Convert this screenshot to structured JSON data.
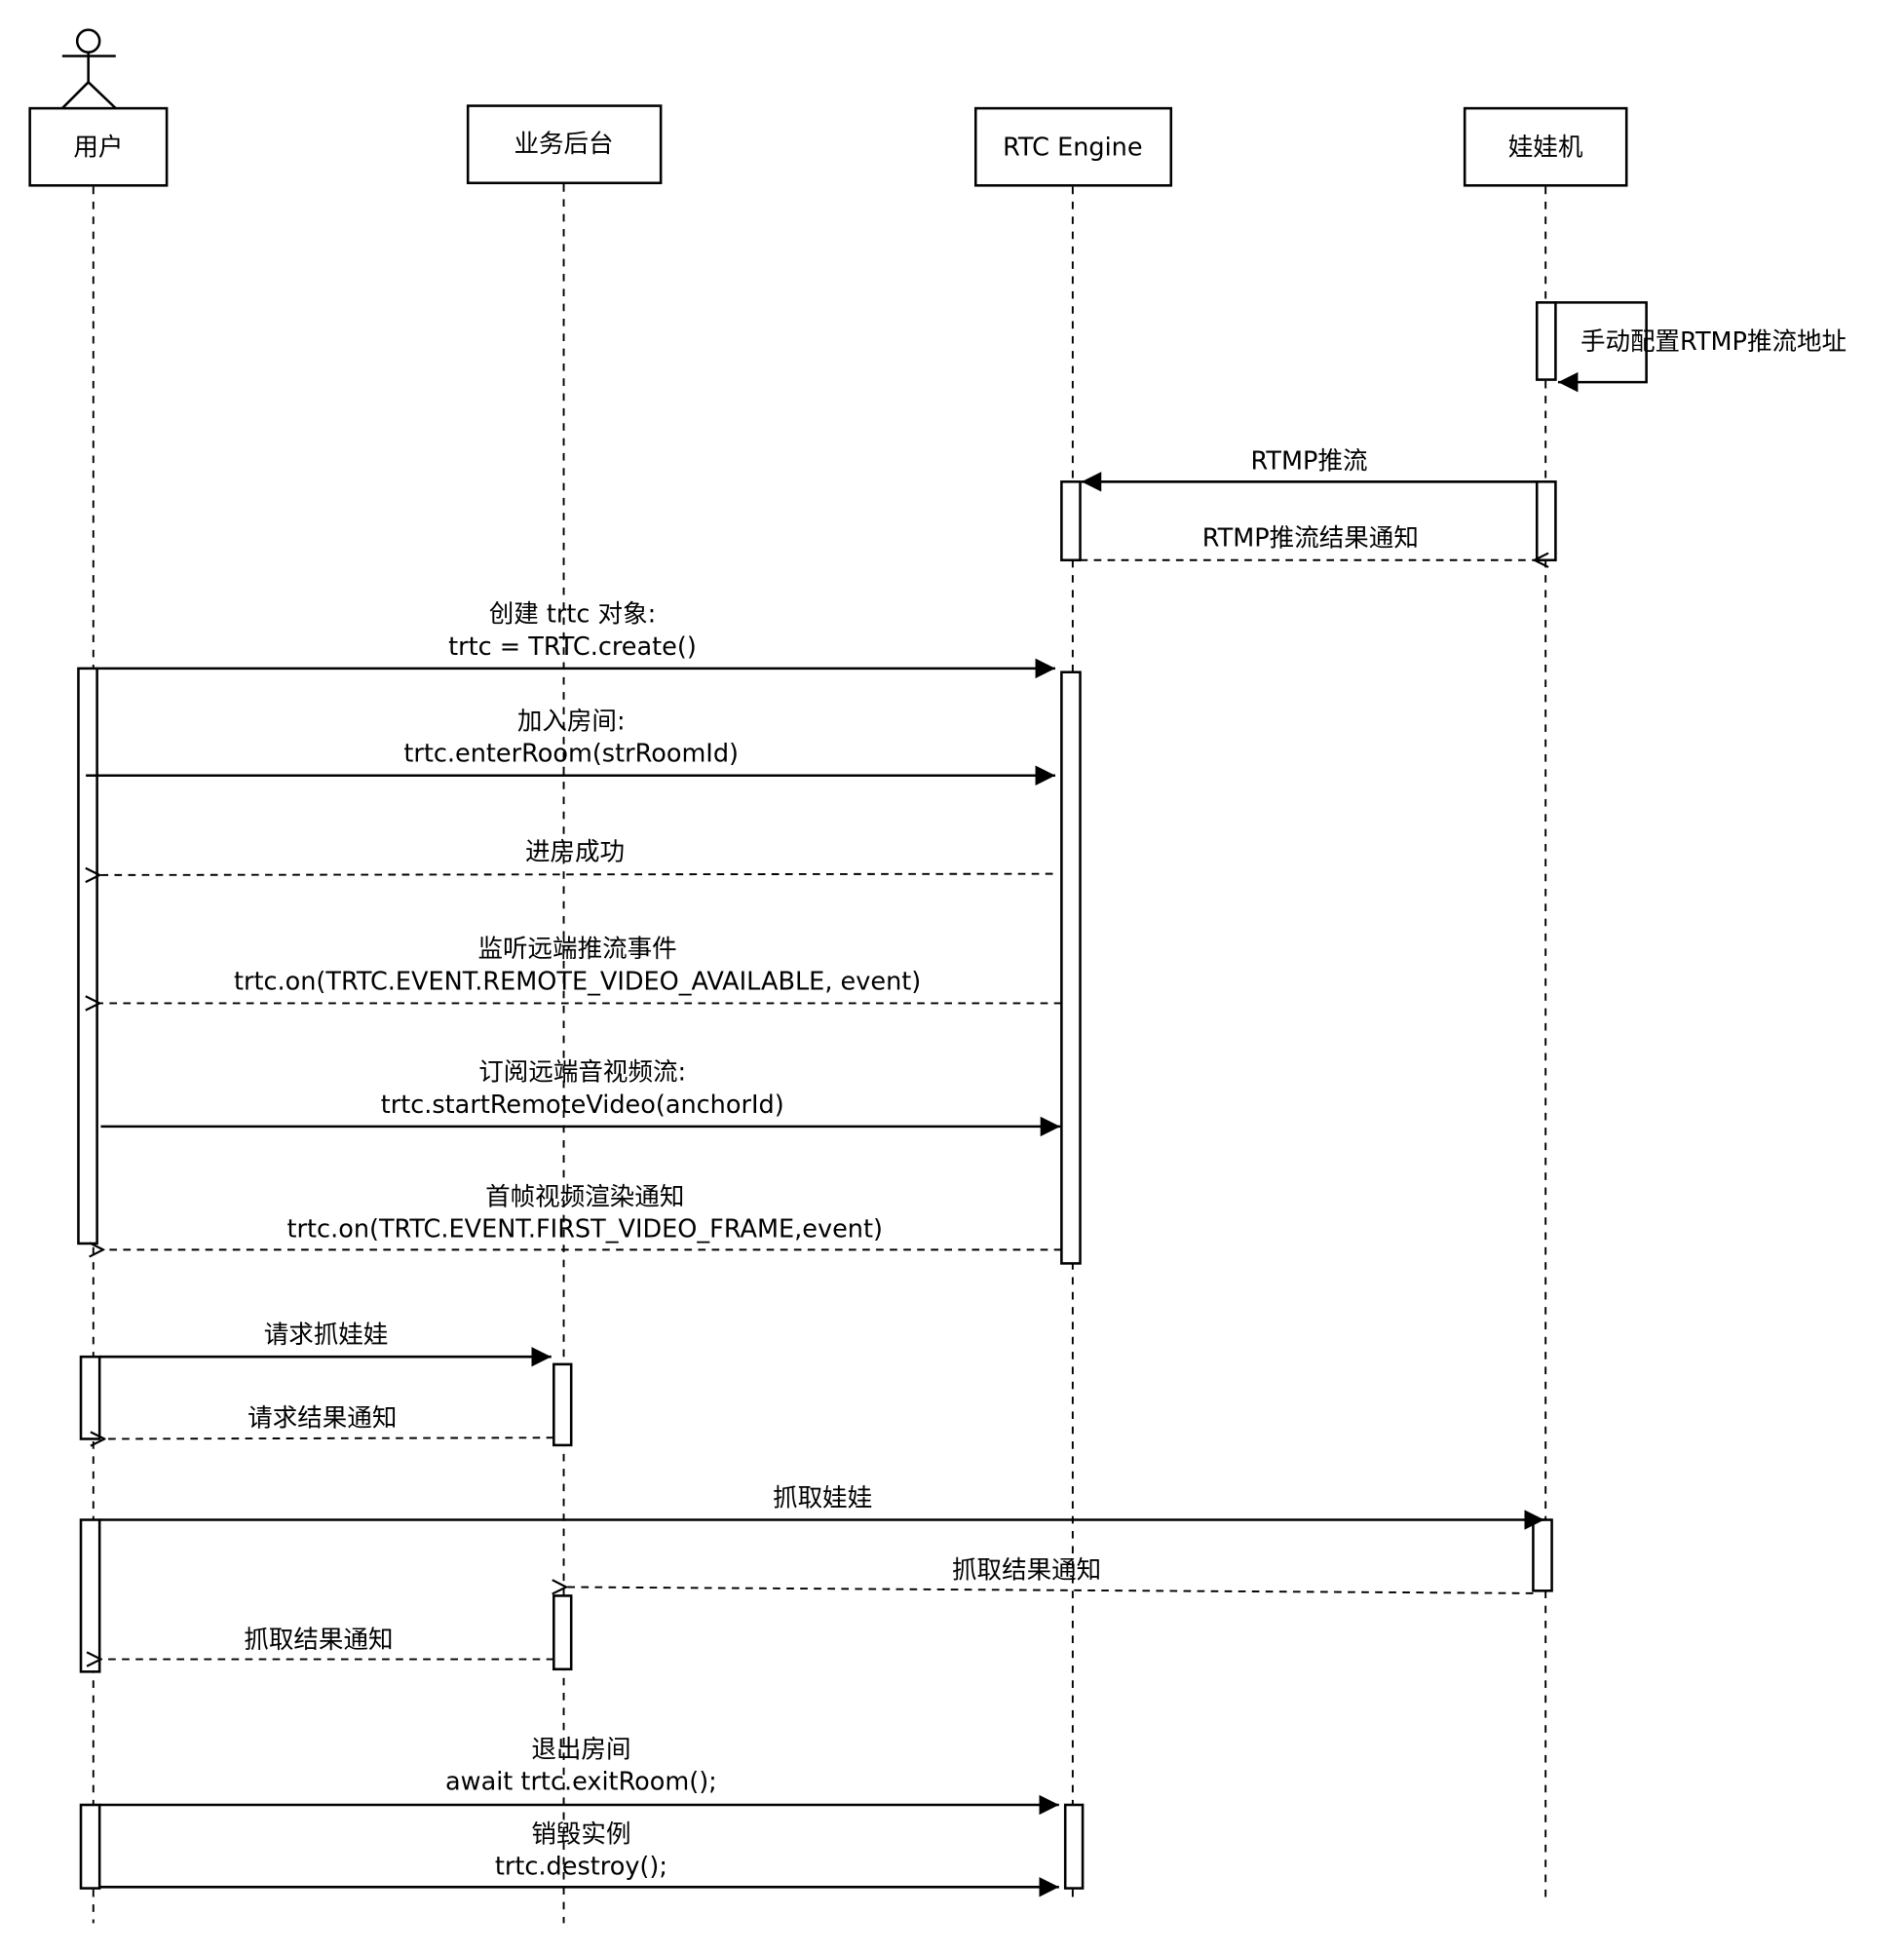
{
  "participants": [
    {
      "id": "user",
      "label": "用户",
      "actor": true
    },
    {
      "id": "backend",
      "label": "业务后台"
    },
    {
      "id": "rtc",
      "label": "RTC Engine"
    },
    {
      "id": "claw",
      "label": "娃娃机"
    }
  ],
  "messages": [
    {
      "from": "claw",
      "to": "claw",
      "type": "self",
      "lines": [
        "手动配置RTMP推流地址"
      ]
    },
    {
      "from": "claw",
      "to": "rtc",
      "type": "sync",
      "lines": [
        "RTMP推流"
      ]
    },
    {
      "from": "rtc",
      "to": "claw",
      "type": "return",
      "lines": [
        "RTMP推流结果通知"
      ]
    },
    {
      "from": "user",
      "to": "rtc",
      "type": "sync",
      "lines": [
        "创建 trtc 对象:",
        "trtc = TRTC.create()"
      ]
    },
    {
      "from": "user",
      "to": "rtc",
      "type": "sync",
      "lines": [
        "加入房间:",
        "trtc.enterRoom(strRoomId)"
      ]
    },
    {
      "from": "rtc",
      "to": "user",
      "type": "return",
      "lines": [
        "进房成功"
      ]
    },
    {
      "from": "rtc",
      "to": "user",
      "type": "return",
      "lines": [
        "监听远端推流事件",
        "trtc.on(TRTC.EVENT.REMOTE_VIDEO_AVAILABLE, event)"
      ]
    },
    {
      "from": "user",
      "to": "rtc",
      "type": "sync",
      "lines": [
        "订阅远端音视频流:",
        "trtc.startRemoteVideo(anchorId)"
      ]
    },
    {
      "from": "rtc",
      "to": "user",
      "type": "return",
      "lines": [
        "首帧视频渲染通知",
        "trtc.on(TRTC.EVENT.FIRST_VIDEO_FRAME,event)"
      ]
    },
    {
      "from": "user",
      "to": "backend",
      "type": "sync",
      "lines": [
        "请求抓娃娃"
      ]
    },
    {
      "from": "backend",
      "to": "user",
      "type": "return",
      "lines": [
        "请求结果通知"
      ]
    },
    {
      "from": "user",
      "to": "claw",
      "type": "sync",
      "lines": [
        "抓取娃娃"
      ]
    },
    {
      "from": "claw",
      "to": "backend",
      "type": "return",
      "lines": [
        "抓取结果通知"
      ]
    },
    {
      "from": "backend",
      "to": "user",
      "type": "return",
      "lines": [
        "抓取结果通知"
      ]
    },
    {
      "from": "user",
      "to": "rtc",
      "type": "sync",
      "lines": [
        "退出房间",
        "await trtc.exitRoom();"
      ]
    },
    {
      "from": "user",
      "to": "rtc",
      "type": "sync",
      "lines": [
        "销毁实例",
        "trtc.destroy();"
      ]
    }
  ]
}
